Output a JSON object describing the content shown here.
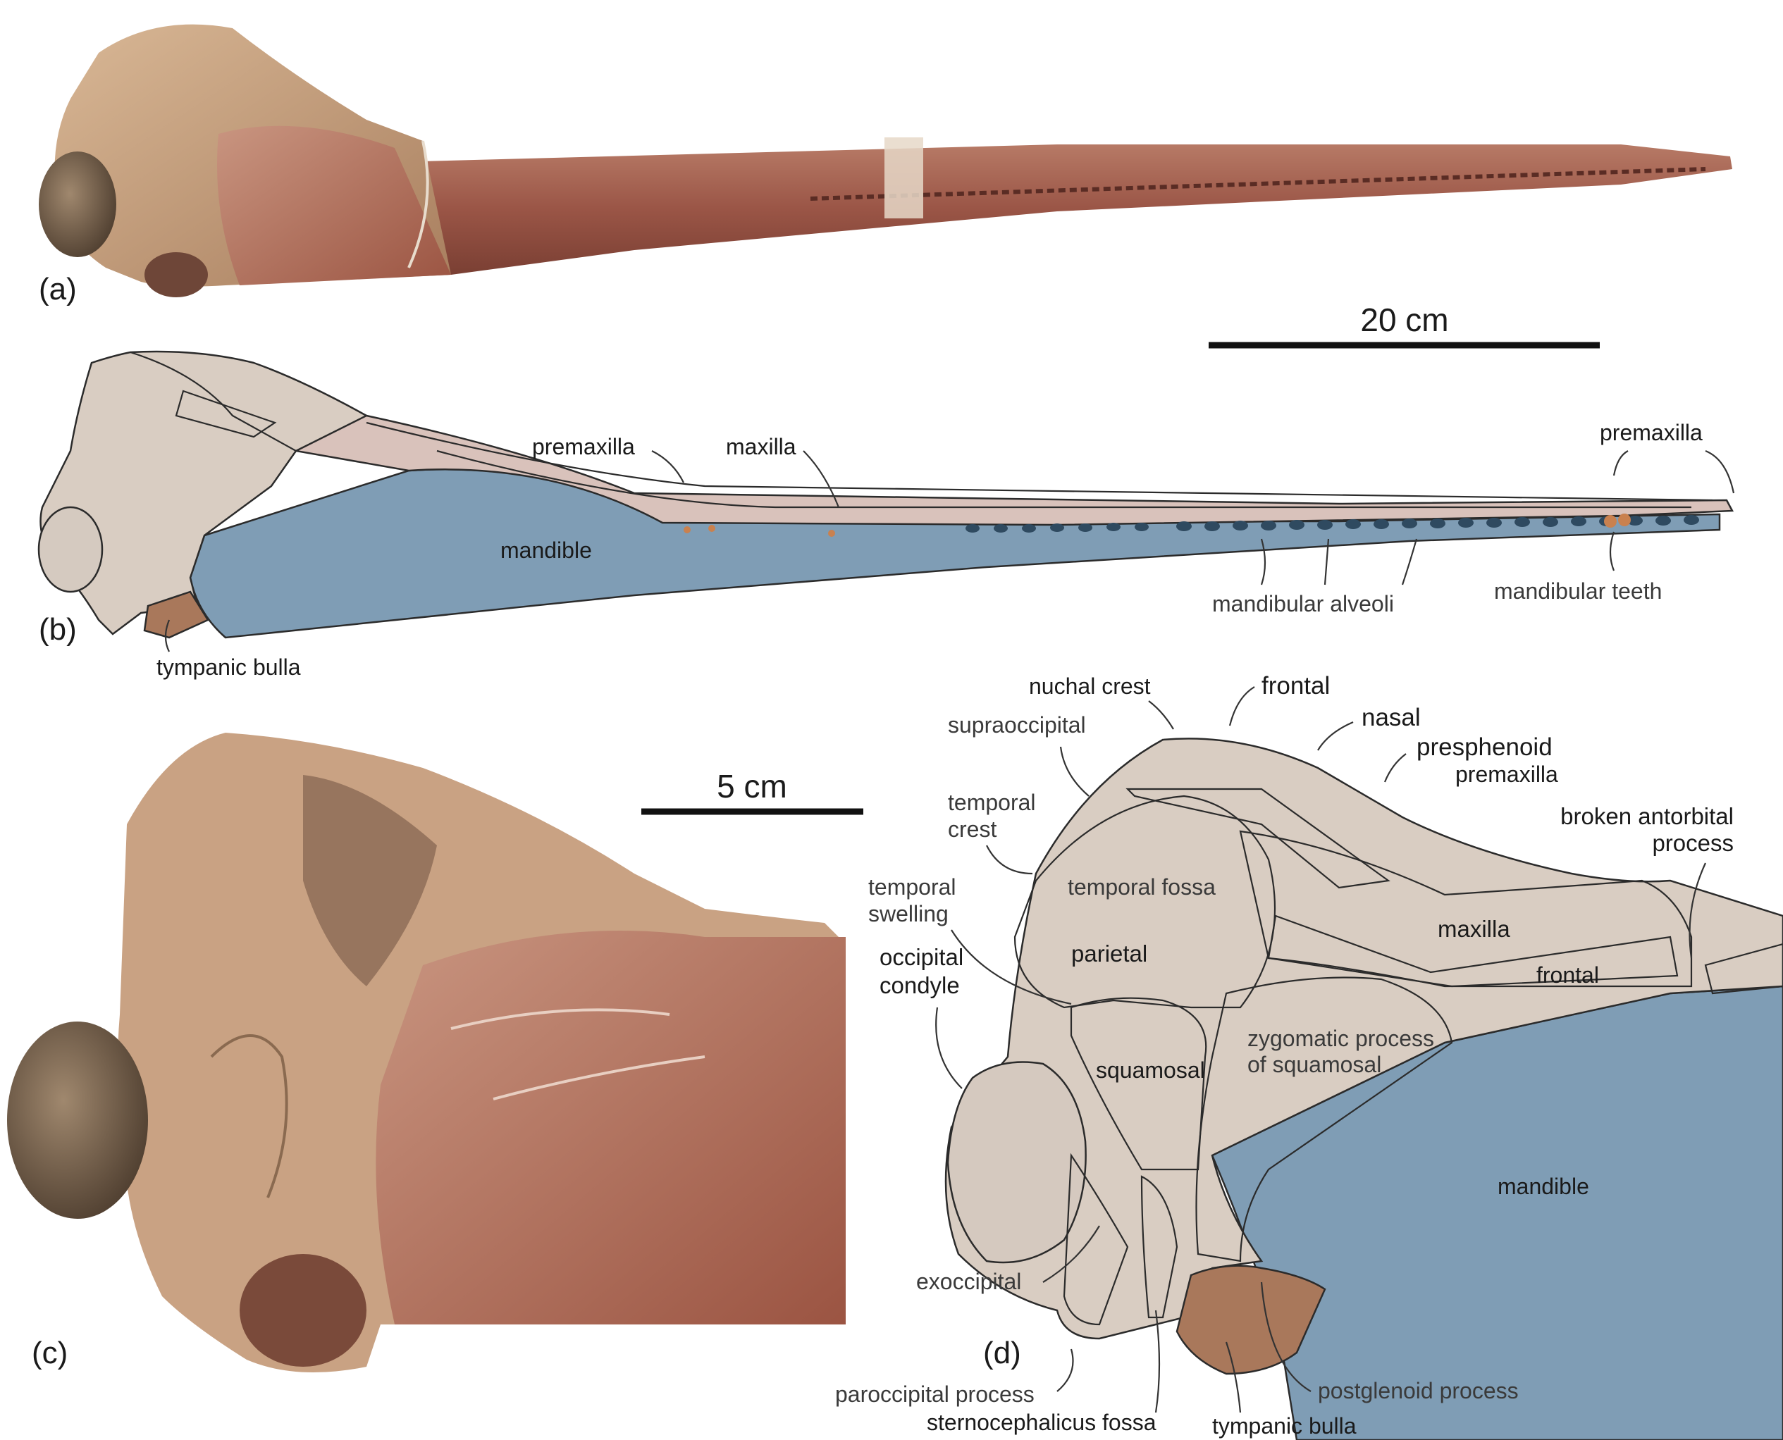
{
  "panels": {
    "a": "(a)",
    "b": "(b)",
    "c": "(c)",
    "d": "(d)"
  },
  "scale_bars": {
    "top": "20 cm",
    "bottom": "5 cm"
  },
  "labels_b": {
    "premaxilla": "premaxilla",
    "maxilla": "maxilla",
    "premaxilla_tip": "premaxilla",
    "mandible": "mandible",
    "mandibular_alveoli": "mandibular alveoli",
    "mandibular_teeth": "mandibular teeth",
    "tympanic_bulla": "tympanic bulla"
  },
  "labels_d": {
    "nuchal_crest": "nuchal crest",
    "frontal_top": "frontal",
    "nasal": "nasal",
    "presphenoid": "presphenoid",
    "supraoccipital": "supraoccipital",
    "premaxilla": "premaxilla",
    "temporal_crest_1": "temporal",
    "temporal_crest_2": "crest",
    "broken_antorbital_1": "broken antorbital",
    "broken_antorbital_2": "process",
    "temporal_fossa": "temporal fossa",
    "temporal_swelling_1": "temporal",
    "temporal_swelling_2": "swelling",
    "maxilla": "maxilla",
    "parietal": "parietal",
    "frontal_lower": "frontal",
    "occipital_condyle_1": "occipital",
    "occipital_condyle_2": "condyle",
    "zygomatic_1": "zygomatic process",
    "zygomatic_2": "of squamosal",
    "squamosal": "squamosal",
    "mandible": "mandible",
    "exoccipital": "exoccipital",
    "paroccipital_process": "paroccipital process",
    "postglenoid_process": "postglenoid process",
    "sternocephalicus_fossa": "sternocephalicus fossa",
    "tympanic_bulla": "tympanic bulla"
  },
  "colors": {
    "mandible_blue": "#7f9db5",
    "bone_beige": "#d9cdc2",
    "rostrum_red": "#9a5546",
    "bulla_brown": "#a9785b",
    "photo_tan": "#c9a283"
  }
}
